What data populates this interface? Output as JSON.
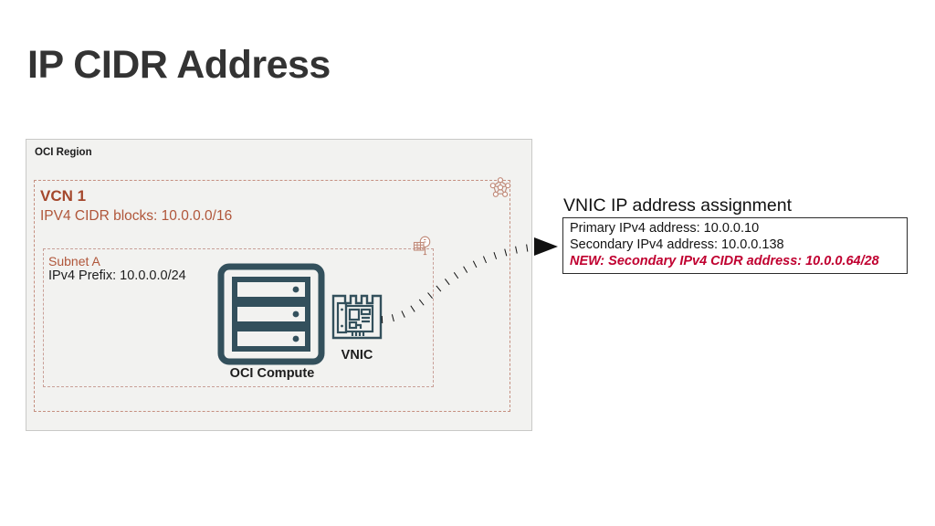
{
  "page": {
    "title": "IP CIDR Address",
    "background_color": "#ffffff"
  },
  "diagram": {
    "region": {
      "label": "OCI Region",
      "background_color": "#f2f2f0",
      "border_color": "#c9c9c7"
    },
    "vcn": {
      "title": "VCN 1",
      "cidr_line": "IPV4 CIDR blocks: 10.0.0.0/16",
      "border_color": "#c58f80",
      "title_color": "#a4472c",
      "corner_icon": "vcn-network-icon"
    },
    "subnet": {
      "title": "Subnet A",
      "prefix_line": "IPv4 Prefix: 10.0.0.0/24",
      "border_color": "#c9a098",
      "title_color": "#b0563a",
      "corner_icon": "route-table-icon"
    },
    "compute": {
      "label": "OCI Compute",
      "icon": "server-rack-icon",
      "icon_color": "#33505c"
    },
    "vnic": {
      "label": "VNIC",
      "icon": "network-interface-card-icon",
      "icon_color": "#33505c"
    },
    "connector": {
      "style": "dotted-curved-arrow",
      "color": "#111111",
      "arrowhead": "solid-triangle-right"
    }
  },
  "callout": {
    "title": "VNIC IP address assignment",
    "border_color": "#2b2b2b",
    "lines": [
      {
        "text": "Primary IPv4 address: 10.0.0.10",
        "emphasis": "normal",
        "color": "#141414"
      },
      {
        "text": "Secondary IPv4 address: 10.0.0.138",
        "emphasis": "normal",
        "color": "#141414"
      },
      {
        "text": "NEW: Secondary IPv4 CIDR address: 10.0.0.64/28",
        "emphasis": "bold-italic",
        "color": "#c00030"
      }
    ]
  }
}
